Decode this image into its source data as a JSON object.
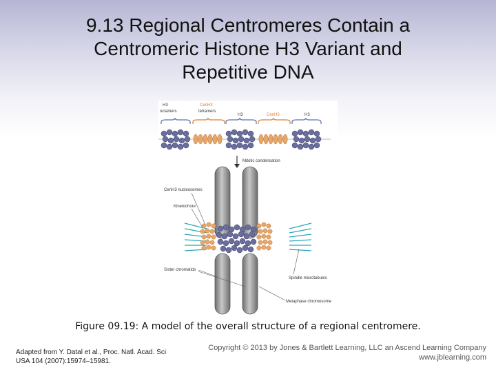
{
  "title": {
    "line1": "9.13  Regional Centromeres Contain a",
    "line2": "Centromeric Histone H3 Variant and",
    "line3": "Repetitive DNA"
  },
  "figure": {
    "labels": {
      "h3_a": "H3",
      "octamers": "octamers",
      "cenh3_a": "CenH3",
      "tetramers": "tetramers",
      "h3_b": "H3",
      "cenh3_b": "CenH3",
      "h3_c": "H3",
      "mitotic_condensation": "Mitotic condensation",
      "cenh3_nucleosomes": "CenH3 nucleosomes",
      "kinetochore": "Kinetochore",
      "sister_chromatids": "Sister chromatids",
      "spindle_microtubules": "Spindle microtubules",
      "metaphase_chromosome": "Metaphase chromosome"
    },
    "colors": {
      "h3_nucleosome": "#6a6e9e",
      "cenh3_nucleosome": "#e8a76a",
      "chromatid": "#8c8c8c",
      "microtubule": "#2aa6b8",
      "bracket_blue": "#5870b0",
      "bracket_orange": "#e07b2e"
    }
  },
  "caption": "Figure 09.19: A model of the overall structure of a regional centromere.",
  "credit": {
    "line1": "Adapted from Y. Datal et al., Proc. Natl. Acad. Sci",
    "line2": "USA 104 (2007):15974–15981."
  },
  "copyright": {
    "line1": "Copyright © 2013 by Jones & Bartlett Learning, LLC an Ascend Learning Company",
    "line2": "www.jblearning.com"
  }
}
